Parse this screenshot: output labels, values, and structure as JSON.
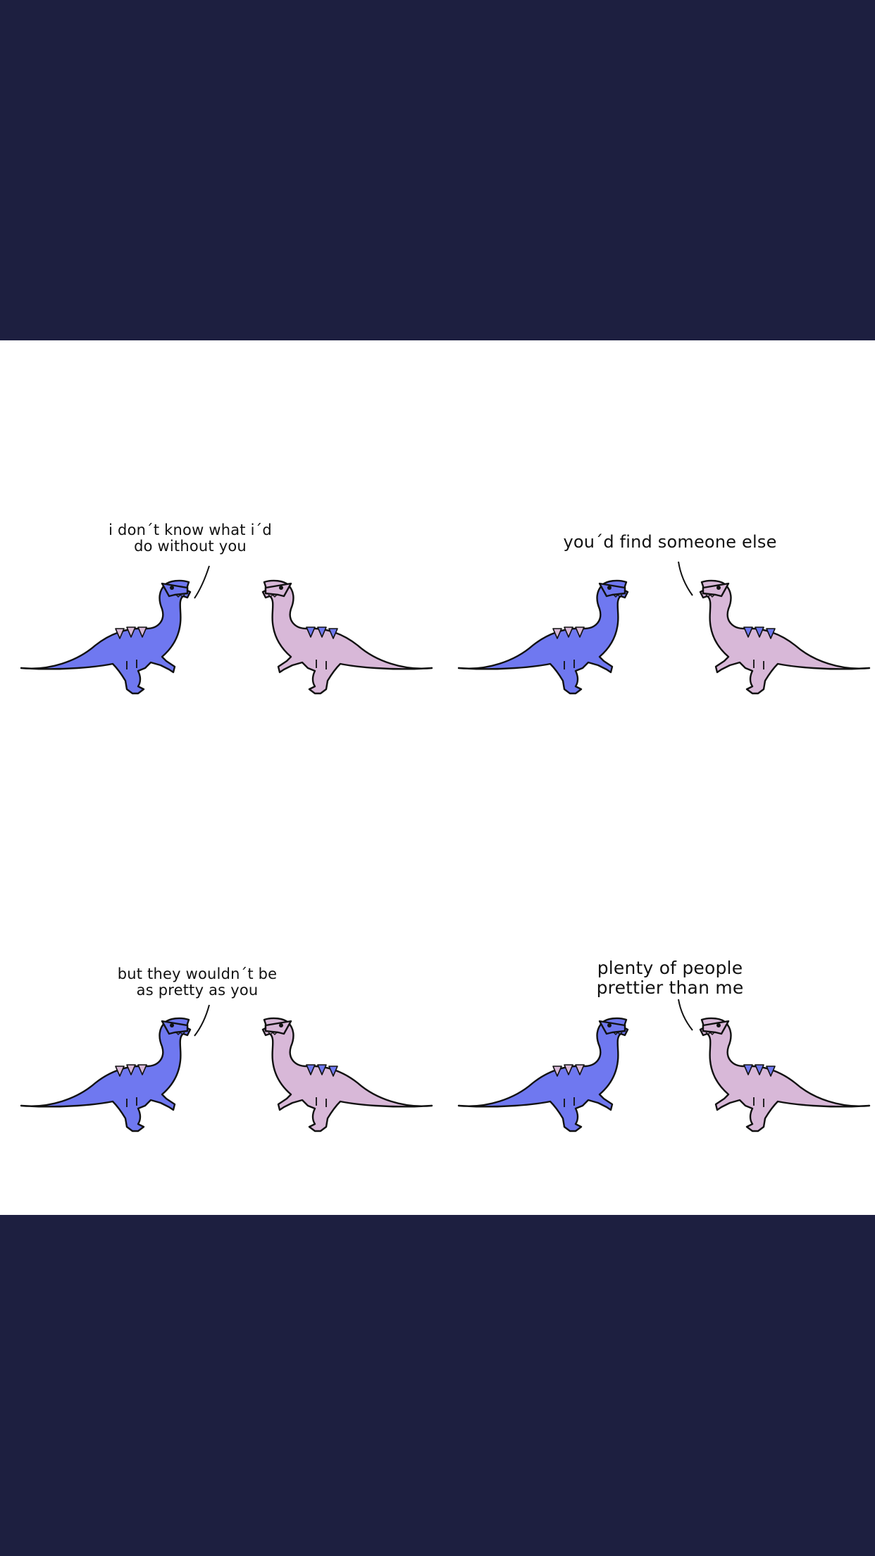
{
  "colors": {
    "background_band": "#1d1f40",
    "comic_background": "#ffffff",
    "blue_dino": "#6f78f0",
    "pink_dino": "#d8b8d8",
    "outline": "#111111"
  },
  "panels": [
    {
      "speaker": "blue",
      "caption": "i don´t know what i´d\ndo without you"
    },
    {
      "speaker": "pink",
      "caption": "you´d find someone else"
    },
    {
      "speaker": "blue",
      "caption": "but they wouldn´t be\nas pretty as you"
    },
    {
      "speaker": "pink",
      "caption": "plenty of people\nprettier than me"
    }
  ]
}
